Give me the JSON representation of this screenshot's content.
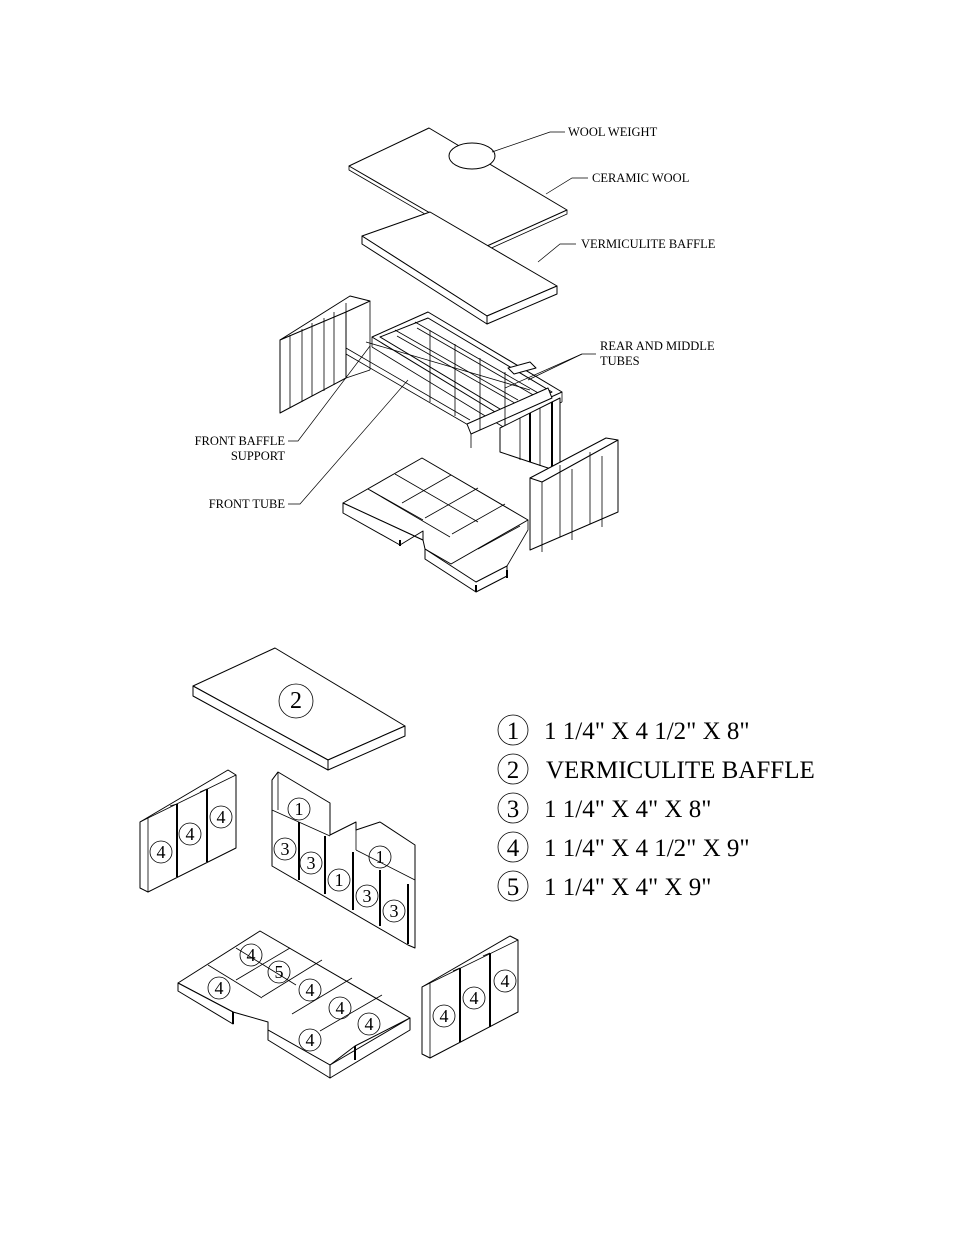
{
  "callouts": {
    "wool_weight": "WOOL WEIGHT",
    "ceramic_wool": "CERAMIC WOOL",
    "vermiculite_baffle": "VERMICULITE BAFFLE",
    "rear_middle_tubes_1": "REAR AND MIDDLE",
    "rear_middle_tubes_2": "TUBES",
    "front_baffle_support_1": "FRONT BAFFLE",
    "front_baffle_support_2": "SUPPORT",
    "front_tube": "FRONT TUBE"
  },
  "part_tags": {
    "baffle": "2",
    "left_wall": [
      "4",
      "4",
      "4"
    ],
    "back_wall": [
      "1",
      "3",
      "3",
      "1",
      "1",
      "3",
      "3"
    ],
    "floor": [
      "4",
      "5",
      "4",
      "4",
      "4",
      "4",
      "4"
    ],
    "right_wall": [
      "4",
      "4",
      "4"
    ]
  },
  "legend": [
    {
      "num": "1",
      "text": "1 1/4\" X 4 1/2\" X 8\""
    },
    {
      "num": "2",
      "text": "VERMICULITE BAFFLE"
    },
    {
      "num": "3",
      "text": "1 1/4\" X 4\" X 8\""
    },
    {
      "num": "4",
      "text": "1 1/4\" X 4 1/2\" X 9\""
    },
    {
      "num": "5",
      "text": "1 1/4\" X 4\" X 9\""
    }
  ]
}
